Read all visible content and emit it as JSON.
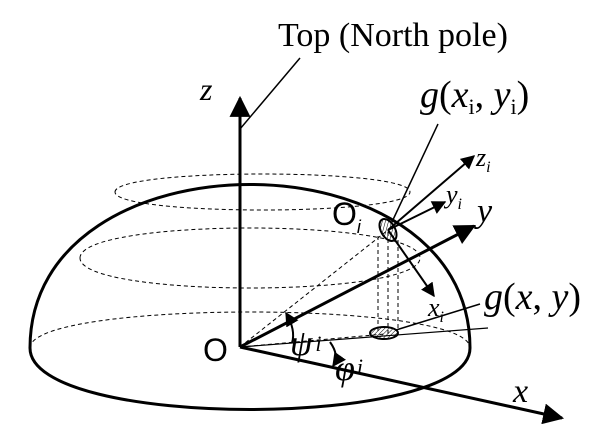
{
  "labels": {
    "top": "Top (North pole)",
    "z_axis": "z",
    "y_axis": "y",
    "x_axis": "x",
    "origin": "O",
    "local_origin_main": "O",
    "local_origin_sub": "i",
    "zi_main": "z",
    "zi_sub": "i",
    "yi_main": "y",
    "yi_sub": "i",
    "xi_main": "x",
    "xi_sub": "i",
    "g_upper": {
      "g": "g",
      "open": "(",
      "x": "x",
      "x_sub": "i",
      "comma": ", ",
      "y": "y",
      "y_sub": "i",
      "close": ")"
    },
    "g_lower": {
      "g": "g",
      "open": "(",
      "x": "x",
      "comma": ", ",
      "y": "y",
      "close": ")"
    },
    "psi_main": "ψ",
    "psi_sub": "i",
    "phi_main": "φ",
    "phi_sub": "i"
  }
}
